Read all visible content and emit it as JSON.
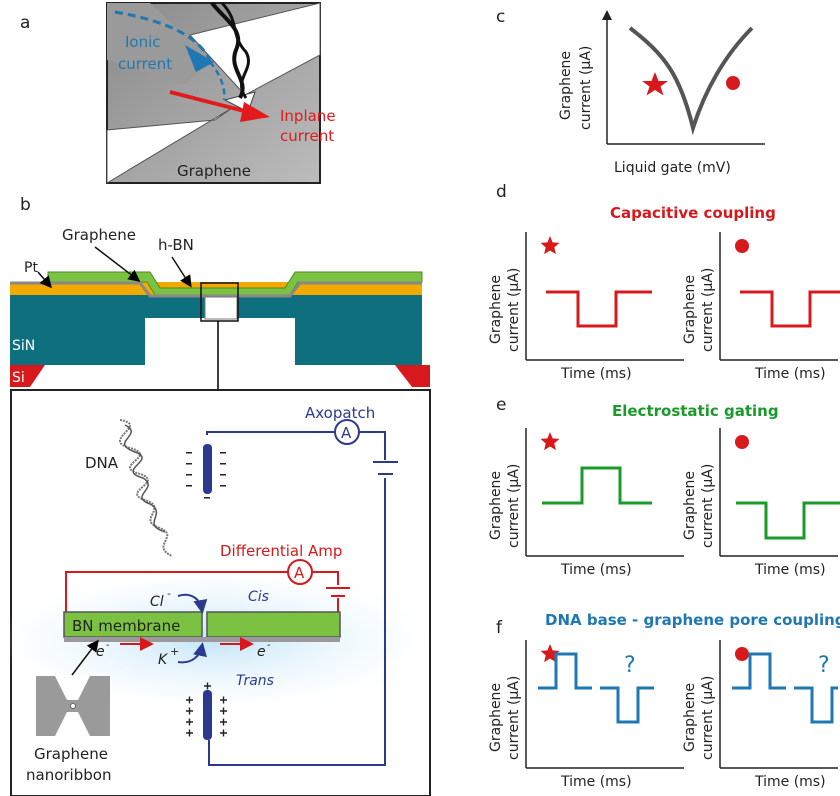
{
  "panels": {
    "a": {
      "letter": "a",
      "ionic_current": [
        "Ionic",
        "current"
      ],
      "inplane_current": [
        "Inplane",
        "current"
      ],
      "graphene": "Graphene"
    },
    "b": {
      "letter": "b",
      "graphene": "Graphene",
      "hbn": "h-BN",
      "pt": "Pt",
      "sin": "SiN",
      "si": "Si",
      "axopatch": "Axopatch",
      "dna": "DNA",
      "differential_amp": "Differential Amp",
      "ammeter_symbol": "A",
      "cl": "Cl",
      "cl_charge": "-",
      "k": "K",
      "k_charge": "+",
      "cis": "Cis",
      "trans": "Trans",
      "bn_membrane": "BN membrane",
      "electron": "e",
      "electron_charge": "-",
      "nanoribbon": [
        "Graphene",
        "nanoribbon"
      ]
    },
    "c": {
      "letter": "c",
      "ylabel": [
        "Graphene",
        "current (μA)"
      ],
      "xlabel": "Liquid gate (mV)"
    },
    "d": {
      "letter": "d",
      "title": "Capacitive coupling",
      "color": "#d7191c"
    },
    "e": {
      "letter": "e",
      "title": "Electrostatic gating",
      "color": "#1a9a2b"
    },
    "f": {
      "letter": "f",
      "title": "DNA base - graphene pore coupling",
      "color": "#1f77b4",
      "question": "?"
    },
    "mini_axes": {
      "ylabel": [
        "Graphene",
        "current (μA)"
      ],
      "xlabel": "Time (ms)"
    }
  },
  "colors": {
    "red_marker": "#d7191c",
    "graphene_green": "#7cc242",
    "pt_orange": "#f2a900",
    "sin_teal": "#0e6f7f",
    "si_red": "#d7191c",
    "ionic_blue": "#1f77b4",
    "circuit_navy": "#2b3a8f"
  },
  "markers": [
    "star-icon",
    "dot-icon"
  ]
}
